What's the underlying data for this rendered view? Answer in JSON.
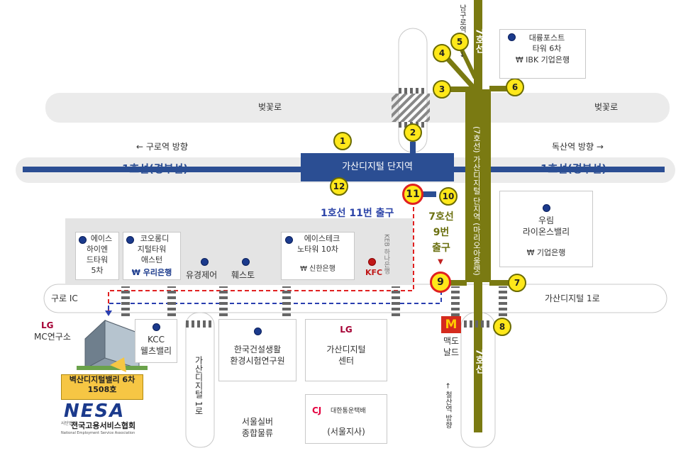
{
  "roads": {
    "beotkkot_left": "벚꽃로",
    "beotkkot_right": "벚꽃로",
    "guro_ic": "구로 IC",
    "gasan_digital_1ro_right": "가산디지털 1로",
    "gasan_digital_1ro_vertical": "가산디지털 1로"
  },
  "directions": {
    "guro_station": "← 구로역 방향",
    "doksan_station": "독산역 방향 →",
    "namguro_station": "남구로역 방향 →",
    "cheolsan_station": "← 철산역 방향"
  },
  "lines": {
    "line1_left": "1호선(경부선)",
    "line1_right": "1호선(경부선)",
    "line7_top": "7호선",
    "line7_bottom": "7호선",
    "line7_station": "(7호선) 가산디지털 단지역 (마리오아울렛)"
  },
  "station": {
    "name": "가산디지털 단지역"
  },
  "exits": [
    "1",
    "2",
    "3",
    "4",
    "5",
    "6",
    "7",
    "8",
    "9",
    "10",
    "11",
    "12"
  ],
  "exit_labels": {
    "line1_exit11": "1호선 11번 출구",
    "line7_exit9_a": "7호선",
    "line7_exit9_b": "9번",
    "line7_exit9_c": "출구",
    "arrow": "▼"
  },
  "buildings": {
    "daeryung": [
      "대륭포스트",
      "타워 6차",
      "₩ IBK 기업은행"
    ],
    "woorim": [
      "우림",
      "라이온스밸리",
      "₩ 기업은행"
    ],
    "ace_high": [
      "에이스",
      "하이엔",
      "드타워",
      "5차"
    ],
    "kolon": [
      "코오롱디",
      "지털타워",
      "애스턴"
    ],
    "kolon_bank": "₩ 우리은행",
    "yugyeong": "유경제어",
    "hwesto": "훼스토",
    "acetech": [
      "에이스테크",
      "노타워 10차"
    ],
    "acetech_bank": "₩ 신한은행",
    "keb": "KEB 하나은행",
    "kfc": "KFC",
    "lg_mc": [
      "MC연구소"
    ],
    "lg_logo": "LG",
    "kcc": [
      "KCC",
      "웰츠밸리"
    ],
    "kcl": [
      "한국건설생활",
      "환경시험연구원"
    ],
    "lg_gasan": [
      "가산디지털",
      "센터"
    ],
    "lg_gasan_logo": "LG",
    "mcdonalds": [
      "맥도",
      "날드"
    ],
    "mcd_logo": "M",
    "seoul_silver": [
      "서울실버",
      "종합물류"
    ],
    "cj_logo": "CJ",
    "cj_name": "대한통운택배",
    "cj_branch": "(서울지사)"
  },
  "nesa": {
    "location_1": "벽산디지털밸리 6차",
    "location_2": "1508호",
    "logo": "NESA",
    "org_small": "사단법인",
    "org": "전국고용서비스협회",
    "org_en": "National Employment Service Association"
  },
  "colors": {
    "line1": "#2b4e93",
    "line7": "#7a7a12",
    "exit_fill": "#ffe81a",
    "highlight": "#e02020",
    "exit11_label": "#2c44a8",
    "exit9_label": "#6b7010",
    "route_red": "#e02020",
    "route_blue": "#2a3fb0",
    "nesa_box": "#f6c644"
  },
  "icons": {
    "bank_dot": "blue-dot-icon",
    "kfc_dot": "red-dot-icon",
    "building": "office-building-icon"
  }
}
